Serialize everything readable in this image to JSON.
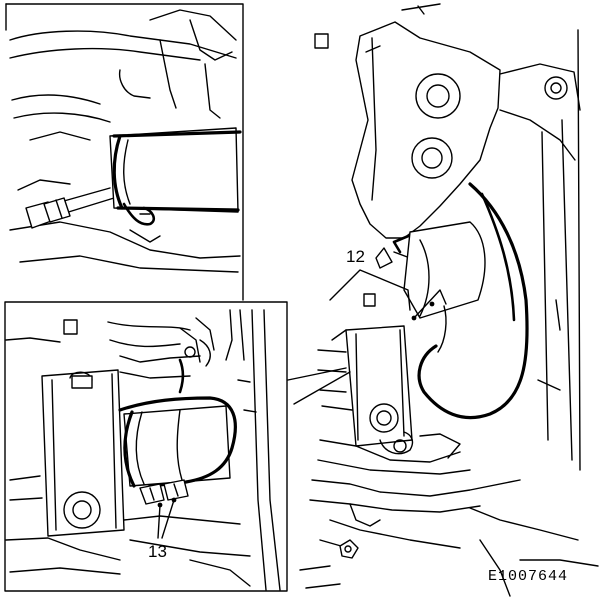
{
  "callouts": {
    "upper_right": "12",
    "lower_left_inset": "13"
  },
  "figure_code": "E1007644"
}
